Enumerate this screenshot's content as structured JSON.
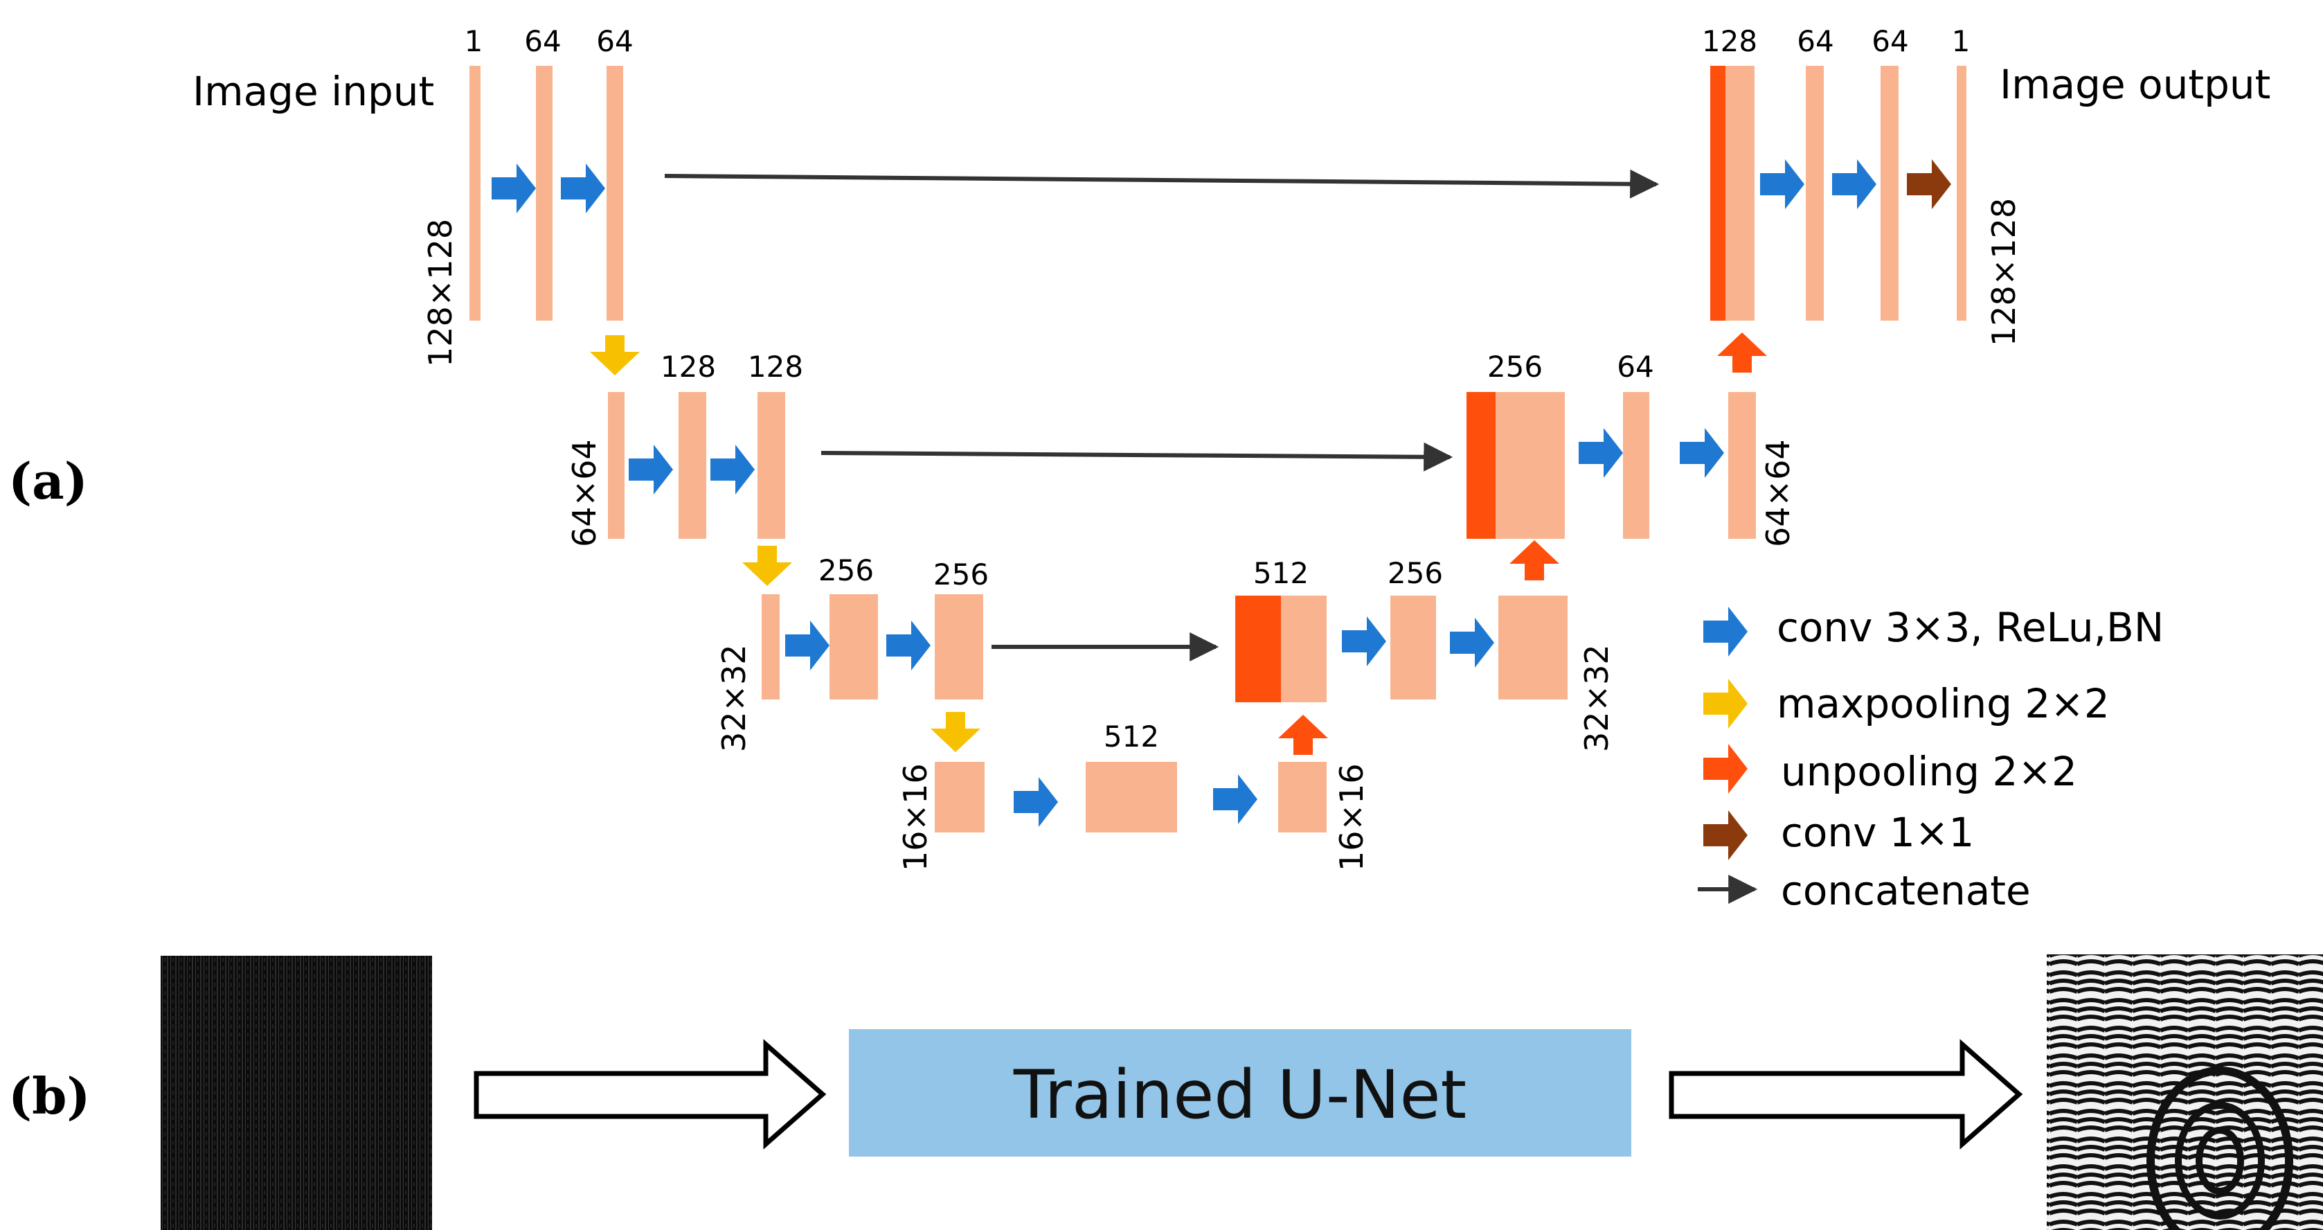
{
  "panel_labels": {
    "a": "(a)",
    "b": "(b)"
  },
  "colors": {
    "feature_map": "#F9B48F",
    "concat_block": "#FF4F0C",
    "conv3x3_arrow": "#1F78D1",
    "maxpool_arrow": "#F7C000",
    "unpool_arrow": "#FF4F0C",
    "conv1x1_arrow": "#8B3A0E",
    "concat_line": "#333333",
    "unet_box": "#92C5E8"
  },
  "labels": {
    "image_input": "Image input",
    "image_output": "Image output",
    "dim_128": "128×128",
    "dim_64": "64×64",
    "dim_32": "32×32",
    "dim_16": "16×16"
  },
  "channels": {
    "enc1_in": "1",
    "enc1_a": "64",
    "enc1_b": "64",
    "enc2_a": "128",
    "enc2_b": "128",
    "enc3_a": "256",
    "enc3_b": "256",
    "bottleneck": "512",
    "dec3_concat": "512",
    "dec3_conv": "256",
    "dec2_concat": "256",
    "dec2_conv": "64",
    "dec1_concat": "128",
    "dec1_a": "64",
    "dec1_b": "64",
    "dec1_out": "1"
  },
  "legend": [
    {
      "icon": "conv3x3-arrow-icon",
      "label": "conv 3×3, ReLu,BN"
    },
    {
      "icon": "maxpool-arrow-icon",
      "label": "maxpooling 2×2"
    },
    {
      "icon": "unpool-arrow-icon",
      "label": "unpooling 2×2"
    },
    {
      "icon": "conv1x1-arrow-icon",
      "label": "conv 1×1"
    },
    {
      "icon": "concat-arrow-icon",
      "label": "concatenate"
    }
  ],
  "panel_b": {
    "model_label": "Trained U-Net"
  }
}
